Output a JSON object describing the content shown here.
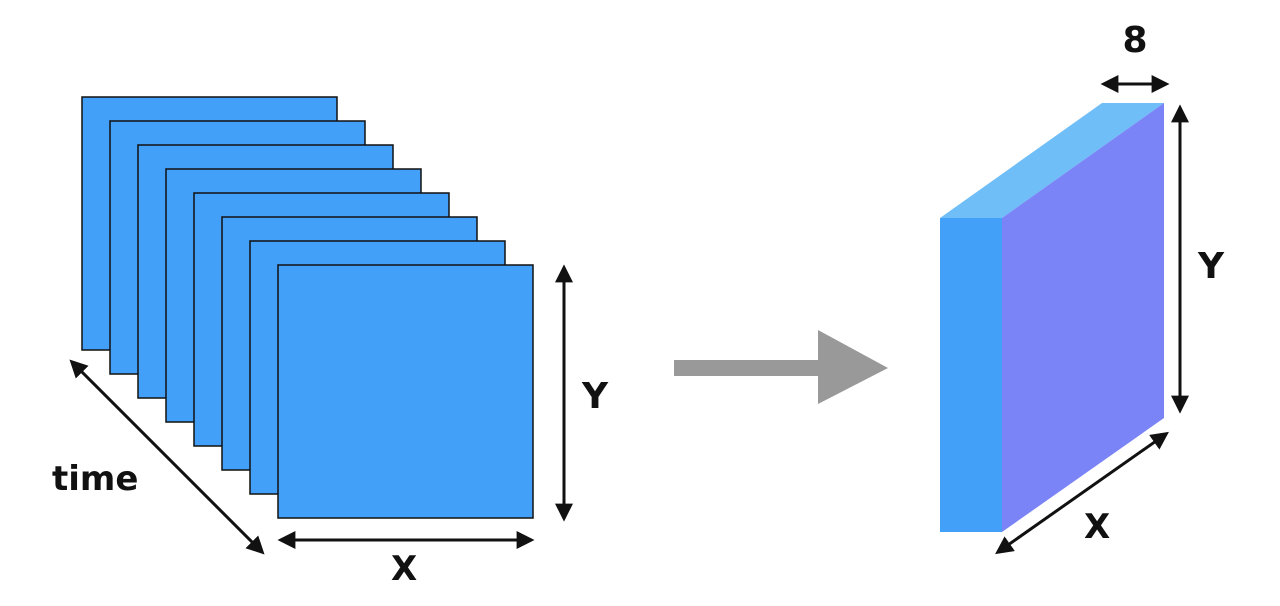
{
  "colors": {
    "frame_fill": "#42a0f8",
    "frame_stroke": "#111111",
    "arrow_gray": "#999999",
    "block_front": "#42a0f8",
    "block_side": "#7a84f6",
    "block_top": "#6fbef8",
    "dimension_line": "#111111"
  },
  "input_stack": {
    "frame_count": 8,
    "labels": {
      "time": "time",
      "x": "X",
      "y": "Y"
    }
  },
  "transform_arrow": {
    "direction": "right"
  },
  "output_block": {
    "labels": {
      "depth": "8",
      "x": "X",
      "y": "Y"
    }
  }
}
